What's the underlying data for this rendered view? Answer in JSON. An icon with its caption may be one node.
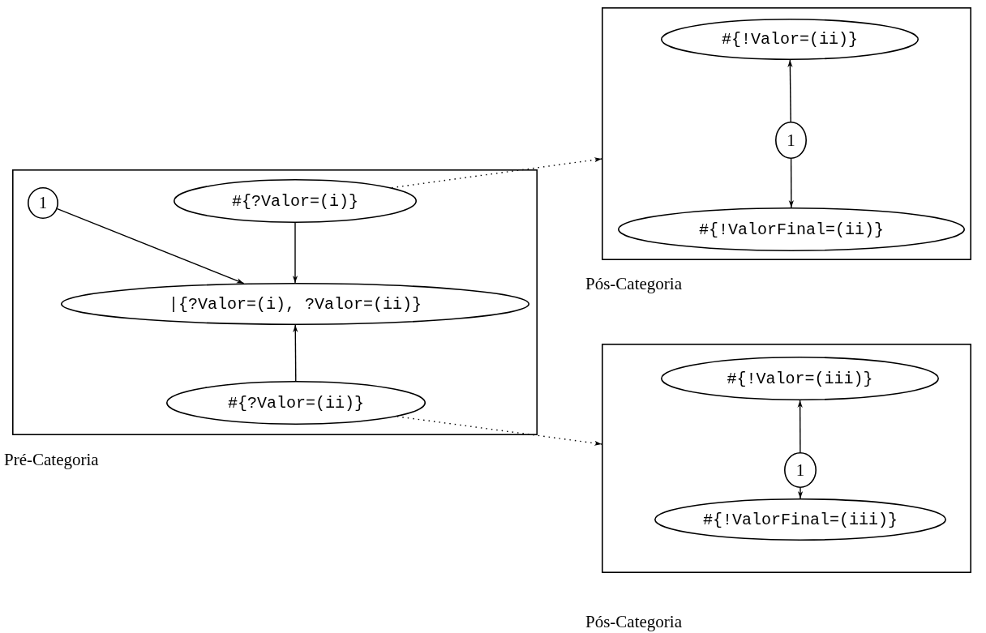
{
  "diagram": {
    "nodes": [
      {
        "text": [],
        "shape": "box",
        "beside": [
          "Pré-Categoria"
        ]
      },
      {
        "text": [
          "1"
        ],
        "in": 0
      },
      {
        "text": [
          "#{?Valor=(i)}"
        ],
        "in": 0
      },
      {
        "text": [
          "|{?Valor=(i), ?Valor=(ii)}"
        ],
        "in": 0
      },
      {
        "text": [
          "#{?Valor=(ii)}"
        ],
        "in": 0
      },
      {
        "text": [],
        "shape": "box",
        "beside": [
          "Pós-Categoria"
        ]
      },
      {
        "text": [
          "#{!Valor=(ii)}"
        ],
        "in": 5
      },
      {
        "text": [
          "1"
        ],
        "in": 5
      },
      {
        "text": [
          "#{!ValorFinal=(ii)}"
        ],
        "in": 5
      },
      {
        "text": [],
        "shape": "box",
        "beside": [
          "Pós-Categoria"
        ]
      },
      {
        "text": [
          "#{!Valor=(iii)}"
        ],
        "in": 9
      },
      {
        "text": [
          "1"
        ],
        "in": 9
      },
      {
        "text": [
          "#{!ValorFinal=(iii)}"
        ],
        "in": 9
      }
    ],
    "edges": [
      {
        "from": 1,
        "to": 3,
        "arrow": "to"
      },
      {
        "from": 2,
        "to": 3,
        "arrow": "to"
      },
      {
        "from": 4,
        "to": 3,
        "arrow": "to"
      },
      {
        "from": 7,
        "to": 6,
        "arrow": "to"
      },
      {
        "from": 7,
        "to": 8,
        "arrow": "to"
      },
      {
        "from": 11,
        "to": 10,
        "arrow": "to"
      },
      {
        "from": 11,
        "to": 12,
        "arrow": "to"
      },
      {
        "from": 2,
        "to": 5,
        "arrow": "to",
        "style": "dashed"
      },
      {
        "from": 4,
        "to": 9,
        "arrow": "to",
        "style": "dashed"
      }
    ]
  }
}
